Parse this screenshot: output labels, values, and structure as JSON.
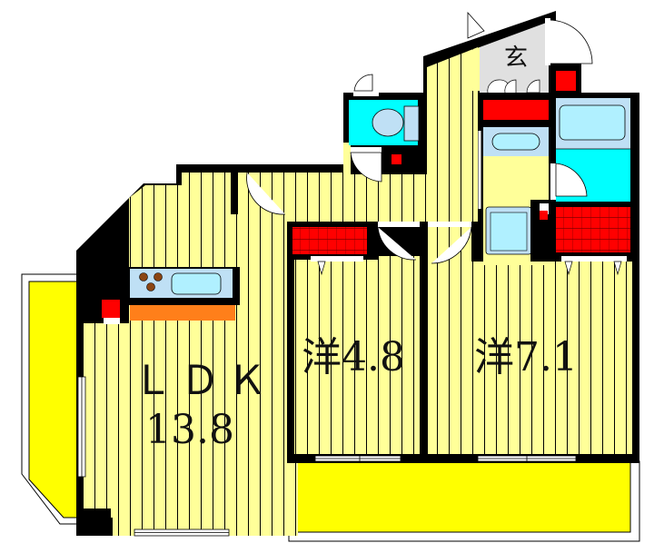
{
  "floor_plan": {
    "type": "apartment-floor-plan",
    "layout": "2LDK",
    "rooms": [
      {
        "id": "ldk",
        "name": "LDK",
        "size_jo": "13.8",
        "label": "ＬＤＫ",
        "size_label": "13.8"
      },
      {
        "id": "western-room-1",
        "name": "洋",
        "size_jo": "4.8",
        "label": "洋4.8"
      },
      {
        "id": "western-room-2",
        "name": "洋",
        "size_jo": "7.1",
        "label": "洋7.1"
      },
      {
        "id": "genkan",
        "name": "玄",
        "label": "玄"
      },
      {
        "id": "toilet",
        "name": "toilet"
      },
      {
        "id": "washroom",
        "name": "washroom"
      },
      {
        "id": "bathroom",
        "name": "bathroom"
      },
      {
        "id": "kitchen",
        "name": "kitchen"
      },
      {
        "id": "balcony-west",
        "name": "balcony"
      },
      {
        "id": "balcony-south",
        "name": "balcony"
      }
    ],
    "colors": {
      "wall": "#000000",
      "floor": "#ffff99",
      "floor_line": "#000000",
      "balcony": "#ffff00",
      "storage": "#ff0000",
      "wet_area": "#00ffff",
      "fixture": "#bfe0f5",
      "fixture_inner": "#b0f0ff",
      "counter": "#ff7f1a",
      "genkan": "#e0e0e0",
      "burner": "#8b4513"
    }
  }
}
